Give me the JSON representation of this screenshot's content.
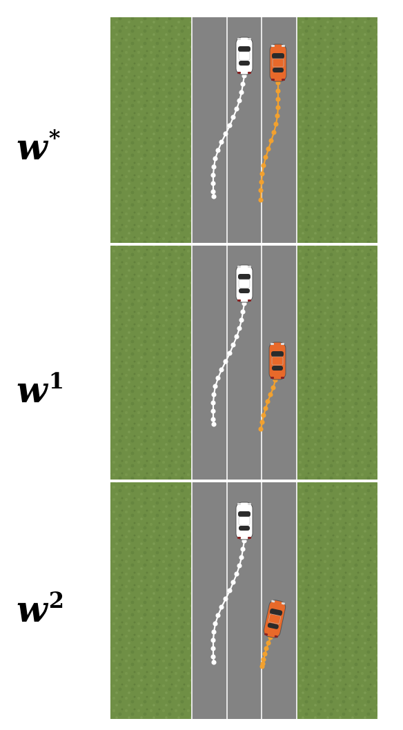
{
  "panels": [
    {
      "label": {
        "base": "w",
        "superscript": "*"
      },
      "white_car_track": "white",
      "orange_car_track": "orange"
    },
    {
      "label": {
        "base": "w",
        "superscript": "1"
      },
      "white_car_track": "white",
      "orange_car_track": "orange"
    },
    {
      "label": {
        "base": "w",
        "superscript": "2"
      },
      "white_car_track": "white",
      "orange_car_track": "orange"
    }
  ],
  "colors": {
    "grass": "#6f8f45",
    "road": "#838383",
    "lane_line": "#e6e6e6",
    "white_car": "#ffffff",
    "orange_car": "#e8692a",
    "orange_track": "#f2a12f",
    "white_track": "#ffffff",
    "separator": "#ffffff"
  }
}
